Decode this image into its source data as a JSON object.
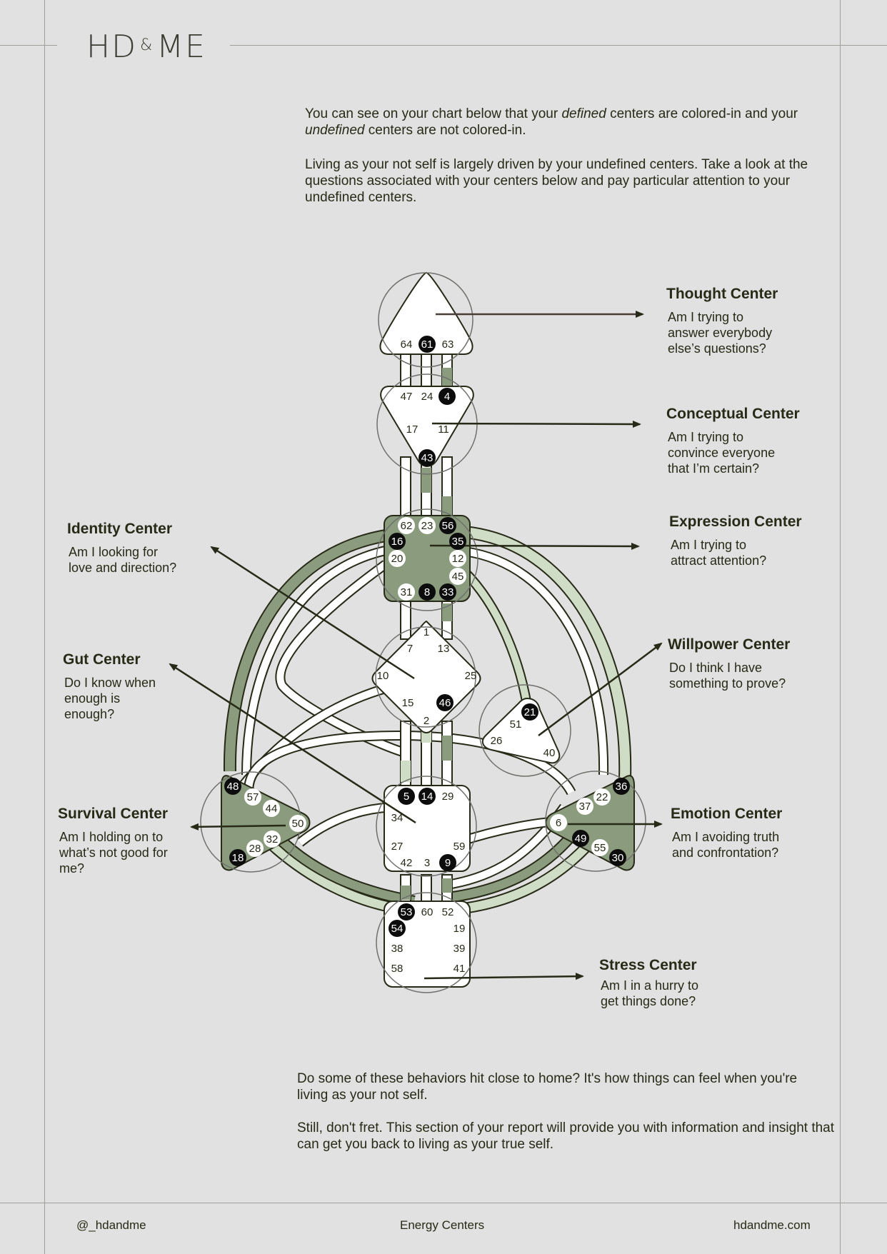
{
  "brand": {
    "logo_left": "HD",
    "logo_amp": "&",
    "logo_right": "ME"
  },
  "intro": {
    "p1_a": "You can see on your chart below that your ",
    "p1_defined": "defined",
    "p1_b": " centers are colored-in and your ",
    "p1_undefined": "undefined",
    "p1_c": " centers are not colored-in.",
    "p2": "Living as your not self is largely driven by your undefined centers. Take a look at the questions associated with your centers below and pay particular attention to your undefined centers."
  },
  "centers": {
    "thought": {
      "title": "Thought Center",
      "question": "Am I trying to\nanswer everybody\nelse’s questions?"
    },
    "conceptual": {
      "title": "Conceptual Center",
      "question": "Am I trying to\nconvince everyone\nthat I’m certain?"
    },
    "expression": {
      "title": "Expression Center",
      "question": "Am I trying to\nattract attention?"
    },
    "identity": {
      "title": "Identity Center",
      "question": "Am I looking for\nlove and direction?"
    },
    "willpower": {
      "title": "Willpower Center",
      "question": "Do I think I have\nsomething to prove?"
    },
    "gut": {
      "title": "Gut Center",
      "question": "Do I know when\nenough is\nenough?"
    },
    "survival": {
      "title": "Survival Center",
      "question": "Am I holding on to\nwhat’s not good for\nme?"
    },
    "emotion": {
      "title": "Emotion Center",
      "question": "Am I avoiding truth\nand confrontation?"
    },
    "stress": {
      "title": "Stress Center",
      "question": "Am I in a hurry to\nget things done?"
    }
  },
  "gates": {
    "head": [
      {
        "n": "64",
        "d": false
      },
      {
        "n": "61",
        "d": true
      },
      {
        "n": "63",
        "d": false
      }
    ],
    "ajna": [
      {
        "n": "47",
        "d": false
      },
      {
        "n": "24",
        "d": false
      },
      {
        "n": "4",
        "d": true
      },
      {
        "n": "17",
        "d": false
      },
      {
        "n": "11",
        "d": false
      },
      {
        "n": "43",
        "d": true
      }
    ],
    "throat": [
      {
        "n": "62",
        "d": false
      },
      {
        "n": "23",
        "d": false
      },
      {
        "n": "56",
        "d": true
      },
      {
        "n": "16",
        "d": true
      },
      {
        "n": "35",
        "d": true
      },
      {
        "n": "20",
        "d": false
      },
      {
        "n": "12",
        "d": false
      },
      {
        "n": "45",
        "d": false
      },
      {
        "n": "31",
        "d": false
      },
      {
        "n": "8",
        "d": true
      },
      {
        "n": "33",
        "d": true
      }
    ],
    "g": [
      {
        "n": "1",
        "d": false
      },
      {
        "n": "7",
        "d": false
      },
      {
        "n": "13",
        "d": false
      },
      {
        "n": "10",
        "d": false
      },
      {
        "n": "25",
        "d": false
      },
      {
        "n": "15",
        "d": false
      },
      {
        "n": "46",
        "d": true
      },
      {
        "n": "2",
        "d": false
      }
    ],
    "ego": [
      {
        "n": "21",
        "d": true
      },
      {
        "n": "51",
        "d": false
      },
      {
        "n": "26",
        "d": false
      },
      {
        "n": "40",
        "d": false
      }
    ],
    "spleen": [
      {
        "n": "48",
        "d": true
      },
      {
        "n": "57",
        "d": false
      },
      {
        "n": "44",
        "d": false
      },
      {
        "n": "50",
        "d": false
      },
      {
        "n": "32",
        "d": false
      },
      {
        "n": "28",
        "d": false
      },
      {
        "n": "18",
        "d": true
      }
    ],
    "sacral": [
      {
        "n": "5",
        "d": true
      },
      {
        "n": "14",
        "d": true
      },
      {
        "n": "29",
        "d": false
      },
      {
        "n": "34",
        "d": false
      },
      {
        "n": "27",
        "d": false
      },
      {
        "n": "59",
        "d": false
      },
      {
        "n": "42",
        "d": false
      },
      {
        "n": "3",
        "d": false
      },
      {
        "n": "9",
        "d": true
      }
    ],
    "solar": [
      {
        "n": "36",
        "d": true
      },
      {
        "n": "22",
        "d": false
      },
      {
        "n": "37",
        "d": false
      },
      {
        "n": "6",
        "d": false
      },
      {
        "n": "49",
        "d": true
      },
      {
        "n": "55",
        "d": false
      },
      {
        "n": "30",
        "d": true
      }
    ],
    "root": [
      {
        "n": "53",
        "d": true
      },
      {
        "n": "60",
        "d": false
      },
      {
        "n": "52",
        "d": false
      },
      {
        "n": "54",
        "d": true
      },
      {
        "n": "19",
        "d": false
      },
      {
        "n": "38",
        "d": false
      },
      {
        "n": "39",
        "d": false
      },
      {
        "n": "58",
        "d": false
      },
      {
        "n": "41",
        "d": false
      }
    ]
  },
  "outro": {
    "p1": "Do some of these behaviors hit close to home? It's how things can feel when you're living as your not self.",
    "p2": "Still, don't fret. This section of your report will provide you with information and insight that can get you back to living as your true self."
  },
  "footer": {
    "left": "@_hdandme",
    "center": "Energy Centers",
    "right": "hdandme.com"
  },
  "colors": {
    "background": "#e1e1e1",
    "defined_fill": "#8b9b7e",
    "undefined_fill": "#ffffff",
    "channel_dark": "#8b9b7e",
    "channel_light": "#cfdcc6",
    "ink": "#262a16",
    "defined_gate": "#0c0c0c"
  }
}
